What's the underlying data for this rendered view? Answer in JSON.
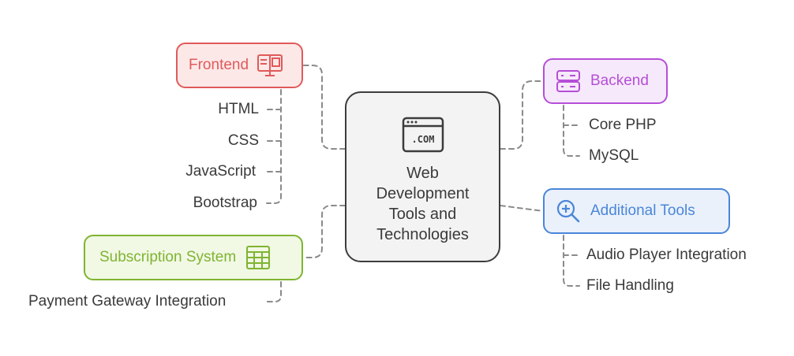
{
  "center": {
    "icon": "web-browser-com-icon",
    "icon_text": ".COM",
    "title": "Web Development Tools and Technologies"
  },
  "frontend": {
    "label": "Frontend",
    "icon": "monitor-layout-icon",
    "color": "#e05a5a",
    "fill": "#fde8e8",
    "items": [
      "HTML",
      "CSS",
      "JavaScript",
      "Bootstrap"
    ]
  },
  "backend": {
    "label": "Backend",
    "icon": "server-icon",
    "color": "#b54fd6",
    "fill": "#f6e9fb",
    "items": [
      "Core PHP",
      "MySQL"
    ]
  },
  "additional": {
    "label": "Additional Tools",
    "icon": "magnifier-plus-icon",
    "color": "#4a86d8",
    "fill": "#eaf1fb",
    "items": [
      "Audio Player Integration",
      "File Handling"
    ]
  },
  "subscription": {
    "label": "Subscription System",
    "icon": "grid-table-icon",
    "color": "#7fb431",
    "fill": "#f1f8e4",
    "items": [
      "Payment Gateway Integration"
    ]
  },
  "connector_color": "#8a8a8a"
}
